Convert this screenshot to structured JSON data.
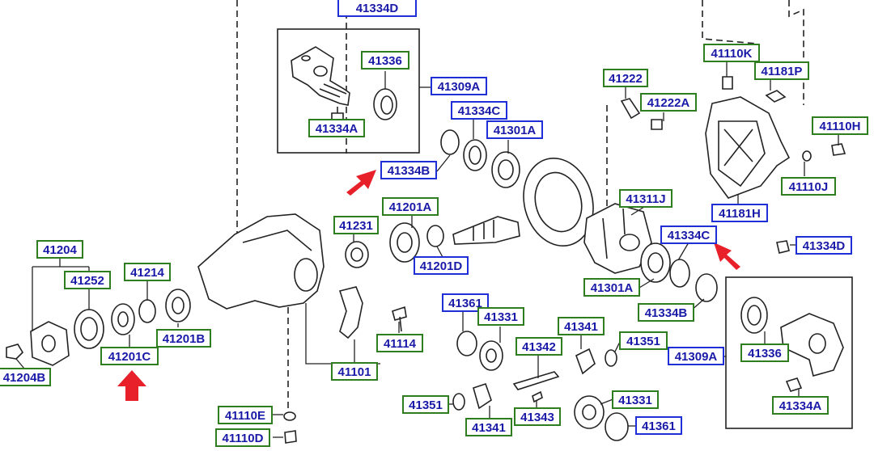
{
  "colors": {
    "green_label": "#2e7d1e",
    "blue_label": "#1f2fd6",
    "label_text": "#1a1aa8",
    "arrow": "#e8202a",
    "line": "#222222"
  },
  "labels": {
    "p41334D_top": "41334D",
    "p41336_top": "41336",
    "p41309A_top": "41309A",
    "p41334A_top": "41334A",
    "p41334C_top": "41334C",
    "p41301A_top": "41301A",
    "p41334B_left": "41334B",
    "p41222": "41222",
    "p41222A": "41222A",
    "p41110K": "41110K",
    "p41181P": "41181P",
    "p41110H": "41110H",
    "p41110J": "41110J",
    "p41181H": "41181H",
    "p41311J": "41311J",
    "p41201A": "41201A",
    "p41231": "41231",
    "p41201D": "41201D",
    "p41334C_right": "41334C",
    "p41334D_right": "41334D",
    "p41301A_lower": "41301A",
    "p41334B_lower": "41334B",
    "p41309A_lower": "41309A",
    "p41336_lower": "41336",
    "p41334A_lower": "41334A",
    "p41204": "41204",
    "p41252": "41252",
    "p41214": "41214",
    "p41201B": "41201B",
    "p41201C": "41201C",
    "p41204B": "41204B",
    "p41361_top": "41361",
    "p41331_top": "41331",
    "p41341_top": "41341",
    "p41351_right": "41351",
    "p41342": "41342",
    "p41114": "41114",
    "p41101": "41101",
    "p41351_left": "41351",
    "p41341_bottom": "41341",
    "p41343": "41343",
    "p41331_bottom": "41331",
    "p41361_bottom": "41361",
    "p41110E": "41110E",
    "p41110D": "41110D"
  }
}
